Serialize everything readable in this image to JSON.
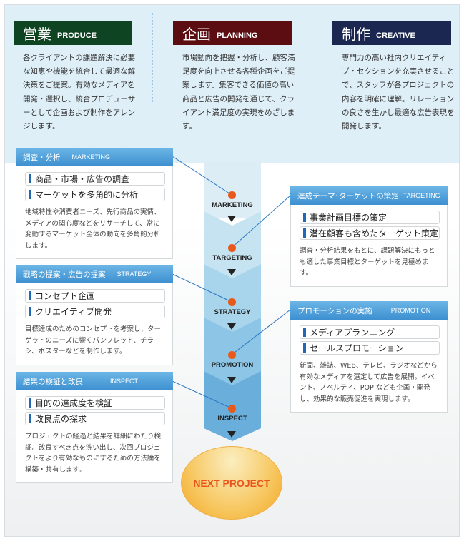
{
  "columns": [
    {
      "title_jp": "営業",
      "title_en": "PRODUCE",
      "color": "#0f4423",
      "text": "各クライアントの課題解決に必要な知恵や機能を統合して最適な解決策をご提案。有効なメディアを開発・選択し、統合プロデューサーとして企画および制作をアレンジします。"
    },
    {
      "title_jp": "企画",
      "title_en": "PLANNING",
      "color": "#5c0d12",
      "text": "市場動向を把握・分析し、顧客満足度を向上させる各種企画をご提案します。集客できる価値の高い商品と広告の開発を通じて、クライアント満足度の実現をめざします。"
    },
    {
      "title_jp": "制作",
      "title_en": "CREATIVE",
      "color": "#1b2750",
      "text": "専門力の高い社内クリエイティブ・セクションを充実させることで、スタッフが各プロジェクトの内容を明確に理解。リレーションの良さを生かし最適な広告表現を開発します。"
    }
  ],
  "flow": [
    "MARKETING",
    "TARGETING",
    "STRATEGY",
    "PROMOTION",
    "INSPECT"
  ],
  "boxes": {
    "marketing": {
      "title": "調査・分析",
      "en": "MARKETING",
      "points": [
        "商品・市場・広告の調査",
        "マーケットを多角的に分析"
      ],
      "text": "地域特性や消費者ニーズ、先行商品の実情、メディアの関心度などをリサーチして、常に変動するマーケット全体の動向を多角的分析します。"
    },
    "strategy": {
      "title": "戦略の提案・広告の提案",
      "en": "STRATEGY",
      "points": [
        "コンセプト企画",
        "クリエイティブ開発"
      ],
      "text": "目標達成のためのコンセプトを考案し、ターゲットのニーズに響くパンフレット、チラシ、ポスターなどを制作します。"
    },
    "inspect": {
      "title": "結果の検証と改良",
      "en": "INSPECT",
      "points": [
        "目的の達成度を検証",
        "改良点の探求"
      ],
      "text": "プロジェクトの経過と結果を詳細にわたり検証。改良すべき点を洗い出し、次回プロジェクトをより有効なものにするための方法論を構築・共有します。"
    },
    "targeting": {
      "title": "達成テーマ･ターゲットの策定",
      "en": "TARGETING",
      "points": [
        "事業計画目標の策定",
        "潜在顧客も含めたターゲット策定"
      ],
      "text": "調査・分析結果をもとに、課題解決にもっとも適した事業目標とターゲットを見極めます。"
    },
    "promotion": {
      "title": "プロモーションの実施",
      "en": "PROMOTION",
      "points": [
        "メディアプランニング",
        "セールスプロモーション"
      ],
      "text": "新聞、雑誌、WEB、テレビ、ラジオなどから有効なメディアを選定して広告を展開。イベント、ノベルティ、POP なども企画・開発し、効果的な販売促進を実現します。"
    }
  },
  "next": "NEXT PROJECT"
}
